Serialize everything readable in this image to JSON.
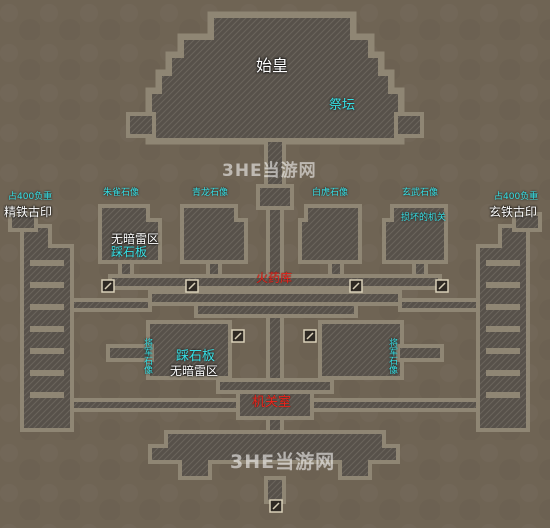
{
  "labels": {
    "shihuang": "始皇",
    "jitan": "祭坛",
    "zhuque": "朱雀石像",
    "qinglong": "青龙石像",
    "baihu": "白虎石像",
    "xuanwu": "玄武石像",
    "load_left": "占400负重",
    "load_right": "占400负重",
    "jingtie": "精铁古印",
    "xuantie": "玄铁古印",
    "no_mine_1": "无暗雷区",
    "plate_1": "踩石板",
    "plate_2": "踩石板",
    "no_mine_2": "无暗雷区",
    "broken_mech": "损坏的机关",
    "general_left": "将军石像",
    "general_right": "将军石像",
    "red_center": "火药库",
    "red_lower": "机关室"
  },
  "watermark": {
    "brand": "3HE",
    "site": "当游网"
  },
  "colors": {
    "ground": "#6f6454",
    "wall": "#8f8674",
    "floor": "#57514a",
    "label_white": "#ffffff",
    "label_cyan": "#36e0e6",
    "label_red": "#e8281e"
  }
}
